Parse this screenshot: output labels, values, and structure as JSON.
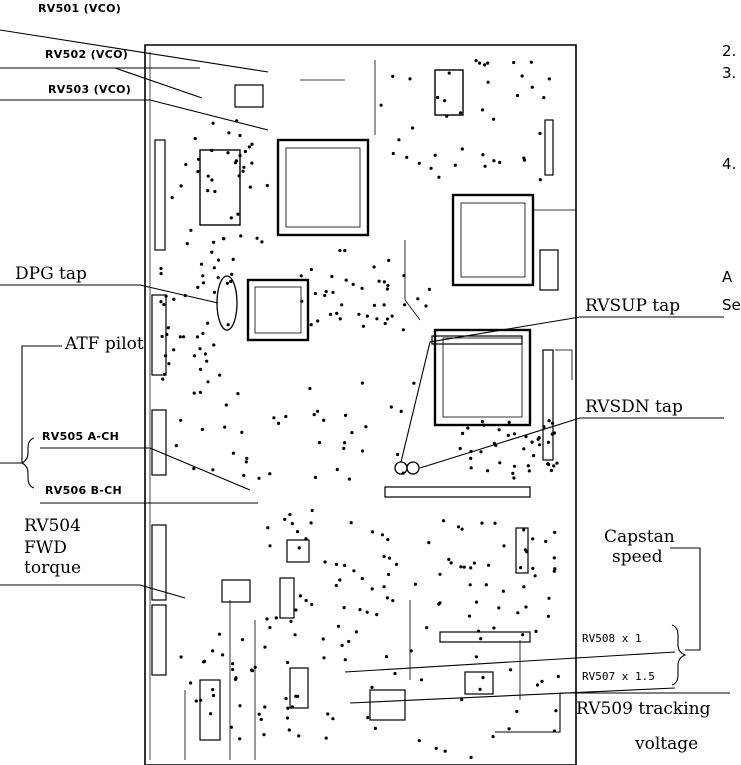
{
  "labels": {
    "rv501": "RV501 (VCO)",
    "rv502": "RV502 (VCO)",
    "rv503": "RV503 (VCO)",
    "dpg_tap": "DPG tap",
    "atf_pilot": "ATF pilot",
    "rv505": "RV505 A-CH",
    "rv506": "RV506 B-CH",
    "rv504_line1": "RV504",
    "rv504_line2": "FWD",
    "rv504_line3": "torque",
    "rvsup_tap": "RVSUP tap",
    "rvsdn_tap": "RVSDN tap",
    "capstan_line1": "Capstan",
    "capstan_line2": "speed",
    "rv508": "RV508 x 1",
    "rv507": "RV507 x 1.5",
    "rv509_line1": "RV509 tracking",
    "rv509_line2": "voltage"
  },
  "page_edge": {
    "item2": "2.",
    "item3": "3.",
    "item4": "4.",
    "letter_a": "A",
    "letters_se": "Se"
  }
}
